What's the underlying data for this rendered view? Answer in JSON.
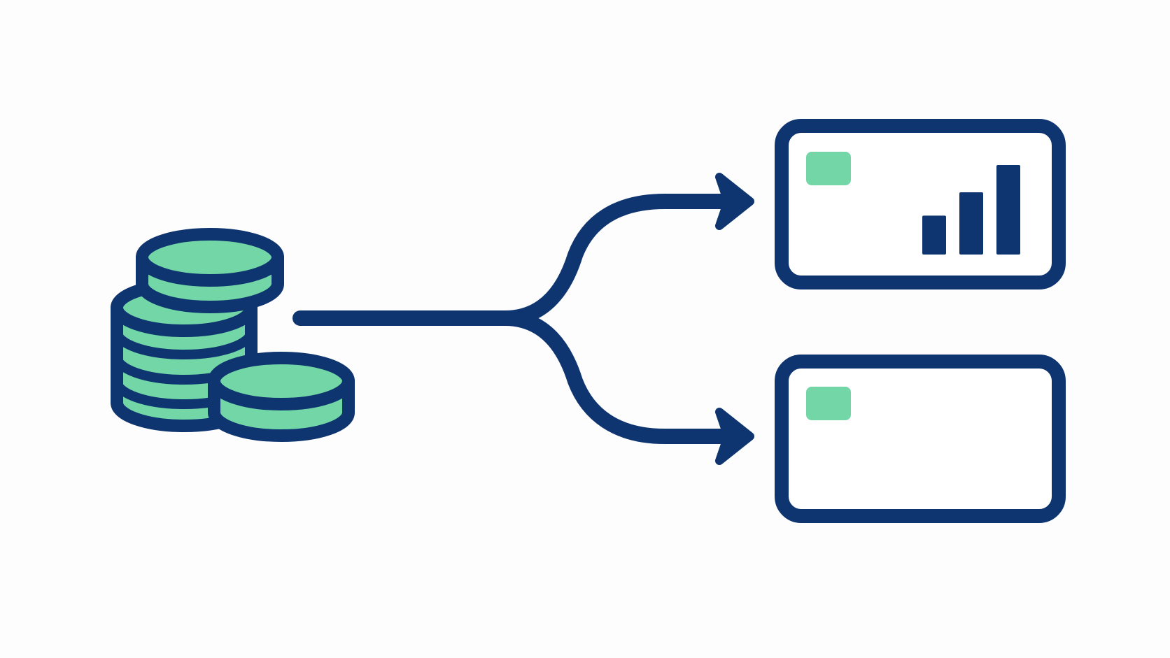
{
  "diagram": {
    "colors": {
      "background": "#fdfdfd",
      "stroke": "#0f3570",
      "accent": "#72d6a6"
    },
    "source": {
      "icon": "coin-stack-icon",
      "stacks": 2
    },
    "connector": {
      "type": "split-arrow",
      "branches": 2
    },
    "targets": [
      {
        "name": "card-with-bar-chart",
        "tag": "green-tag",
        "bar_chart": {
          "values": [
            1,
            1.6,
            2.3
          ]
        }
      },
      {
        "name": "empty-card",
        "tag": "green-tag"
      }
    ]
  }
}
